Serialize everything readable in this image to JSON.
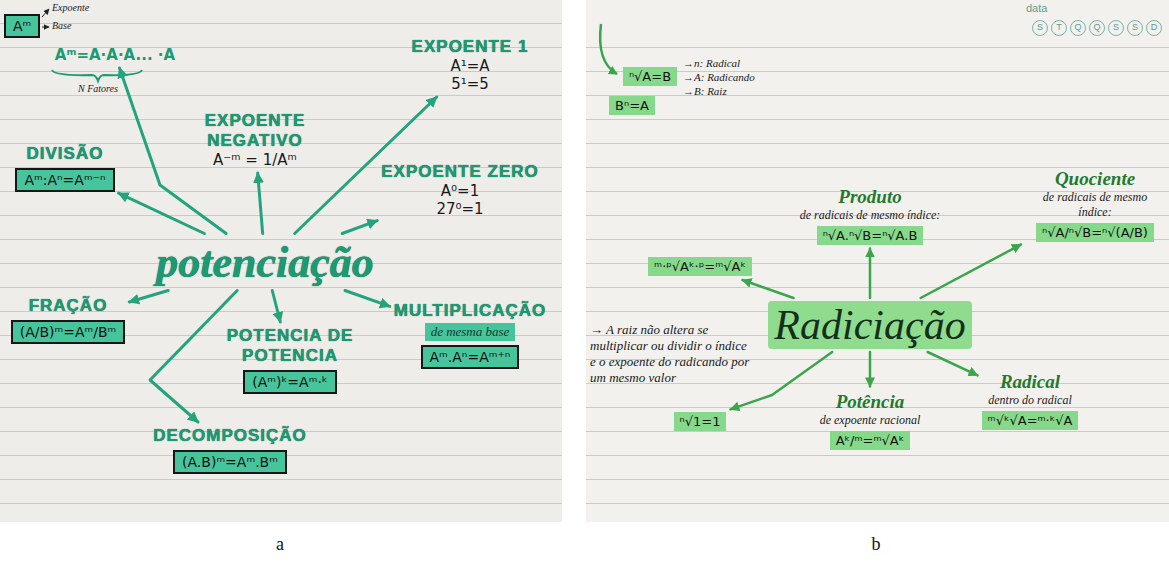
{
  "diagram": {
    "nodes": [
      {
        "text": [
          "Aᵐ"
        ]
      },
      {
        "text": [
          "Aᵐ=A·A·A... ·A"
        ]
      },
      {
        "text": [
          "potenciação"
        ]
      },
      {
        "text": [
          "EXPOENTE 1",
          "A¹=A",
          "5¹=5"
        ]
      },
      {
        "text": [
          "EXPOENTE NEGATIVO",
          "A⁻ᵐ = 1/Aᵐ"
        ]
      },
      {
        "text": [
          "DIVISÃO",
          "Aᵐ:Aⁿ=Aᵐ⁻ⁿ"
        ]
      },
      {
        "text": [
          "EXPOENTE ZERO",
          "A⁰=1",
          "27⁰=1"
        ]
      },
      {
        "text": [
          "FRAÇÃO",
          "(A/B)ᵐ=Aᵐ/Bᵐ"
        ]
      },
      {
        "text": [
          "MULTIPLICAÇÃO",
          "de mesma base",
          "Aᵐ.Aⁿ=Aᵐ⁺ⁿ"
        ]
      },
      {
        "text": [
          "POTENCIA DE POTENCIA",
          "(Aᵐ)ᵏ=Aᵐ·ᵏ"
        ]
      },
      {
        "text": [
          "DECOMPOSIÇÃO",
          "(A.B)ᵐ=Aᵐ.Bᵐ"
        ]
      },
      {
        "text": [
          "ⁿ√A=B"
        ]
      },
      {
        "text": [
          "Bⁿ=A"
        ]
      },
      {
        "text": [
          "Radiciação"
        ]
      },
      {
        "text": [
          "Produto",
          "de radicais de mesmo índice:",
          "ⁿ√A.ⁿ√B=ⁿ√A.B"
        ]
      },
      {
        "text": [
          "Quociente",
          "de radicais de mesmo índice:",
          "ⁿ√A/ⁿ√B=ⁿ√(A/B)"
        ]
      },
      {
        "text": [
          "ᵐ·ᵖ√Aᵏ·ᵖ=ᵐ√Aᵏ"
        ]
      },
      {
        "text": [
          "ⁿ√1=1"
        ]
      },
      {
        "text": [
          "Potência",
          "de expoente racional",
          "Aᵏ/ᵐ=ᵐ√Aᵏ"
        ]
      },
      {
        "text": [
          "Radical",
          "dentro do radical",
          "ᵐ√ᵏ√A=ᵐ·ᵏ√A"
        ]
      }
    ],
    "edges": [
      {
        "from": 2,
        "to": 1,
        "arrow": "to"
      },
      {
        "from": 2,
        "to": 3,
        "arrow": "to"
      },
      {
        "from": 2,
        "to": 4,
        "arrow": "to"
      },
      {
        "from": 2,
        "to": 5,
        "arrow": "to"
      },
      {
        "from": 2,
        "to": 6,
        "arrow": "to"
      },
      {
        "from": 2,
        "to": 7,
        "arrow": "to"
      },
      {
        "from": 2,
        "to": 8,
        "arrow": "to"
      },
      {
        "from": 2,
        "to": 9,
        "arrow": "to"
      },
      {
        "from": 2,
        "to": 10,
        "arrow": "to"
      },
      {
        "from": 13,
        "to": 14,
        "arrow": "to"
      },
      {
        "from": 13,
        "to": 15,
        "arrow": "to"
      },
      {
        "from": 13,
        "to": 16,
        "arrow": "to"
      },
      {
        "from": 13,
        "to": 17,
        "arrow": "to"
      },
      {
        "from": 13,
        "to": 18,
        "arrow": "to"
      },
      {
        "from": 13,
        "to": 19,
        "arrow": "to"
      }
    ],
    "labels": [
      "Expoente",
      "Base",
      "N Fatores",
      "→n: Radical",
      "→A: Radicando",
      "→B: Raiz",
      "→ A raiz não altera se multiplicar ou dividir o índice e o expoente do radicando por um mesmo valor",
      "data",
      "S",
      "T",
      "Q",
      "Q",
      "S",
      "S",
      "D",
      "a",
      "b"
    ]
  }
}
